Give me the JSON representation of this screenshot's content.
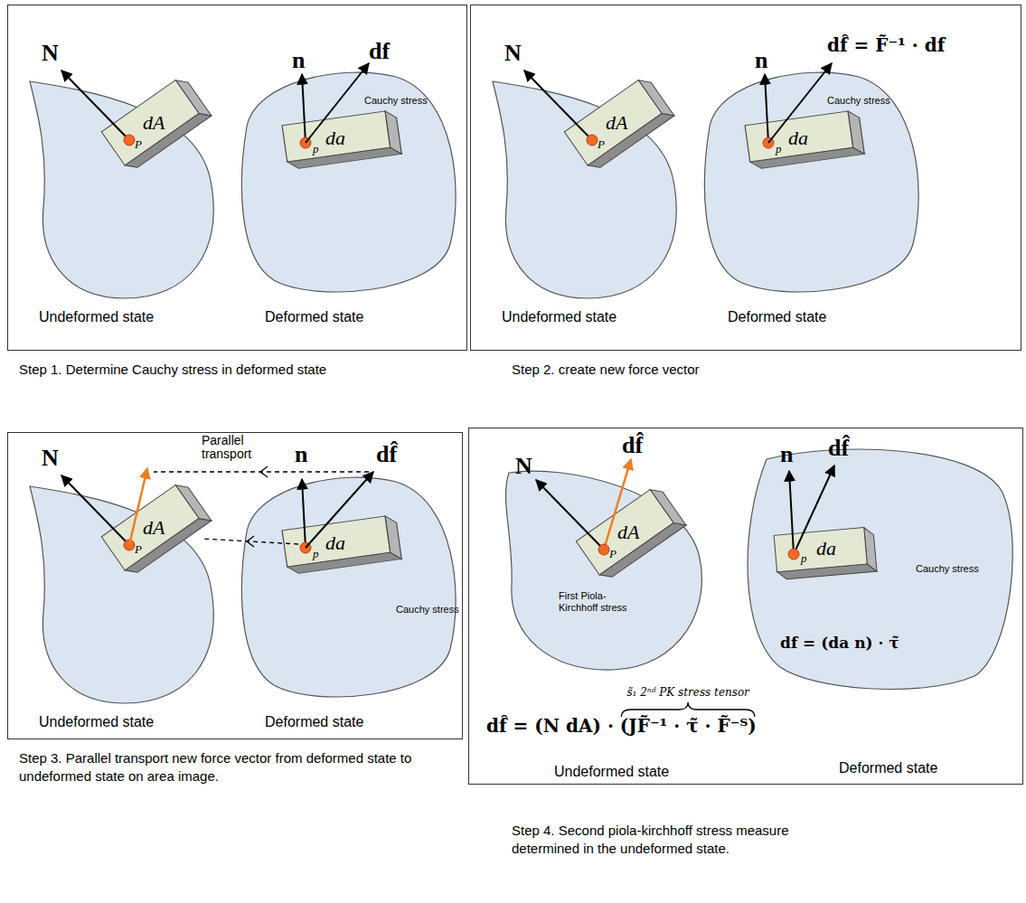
{
  "diagram": {
    "nodes": [
      {
        "text": [
          "Step 1. Determine Cauchy stress in deformed state"
        ]
      },
      {
        "text": [
          "Step 2. create new force vector"
        ]
      },
      {
        "text": [
          "Step 3. Parallel transport new force vector from deformed state to undeformed state on area image."
        ]
      },
      {
        "text": [
          "Step 4. Second piola-kirchhoff stress measure determined in the undeformed state."
        ]
      }
    ],
    "labels": [
      "N",
      "n",
      "df",
      "dA",
      "P",
      "p",
      "da",
      "Cauchy stress",
      "Undeformed state",
      "Deformed state",
      "N",
      "n",
      "df̂ = F̃⁻¹ · df",
      "dA",
      "P",
      "p",
      "da",
      "Cauchy stress",
      "Undeformed state",
      "Deformed state",
      "Parallel transport",
      "n",
      "df̂",
      "N",
      "dA",
      "P",
      "p",
      "da",
      "Cauchy stress",
      "Undeformed state",
      "Deformed state",
      "df̂",
      "N",
      "dA",
      "P",
      "First Piola-Kirchhoff stress",
      "n",
      "df̂",
      "p",
      "da",
      "Cauchy stress",
      "df = (da n) · τ̃",
      "s̃₁ 2ⁿᵈ PK stress tensor",
      "df̂ = (N dA) · (JF̃⁻¹ · τ̃ · F̃⁻ᵀ)",
      "Undeformed state",
      "Deformed state"
    ]
  }
}
